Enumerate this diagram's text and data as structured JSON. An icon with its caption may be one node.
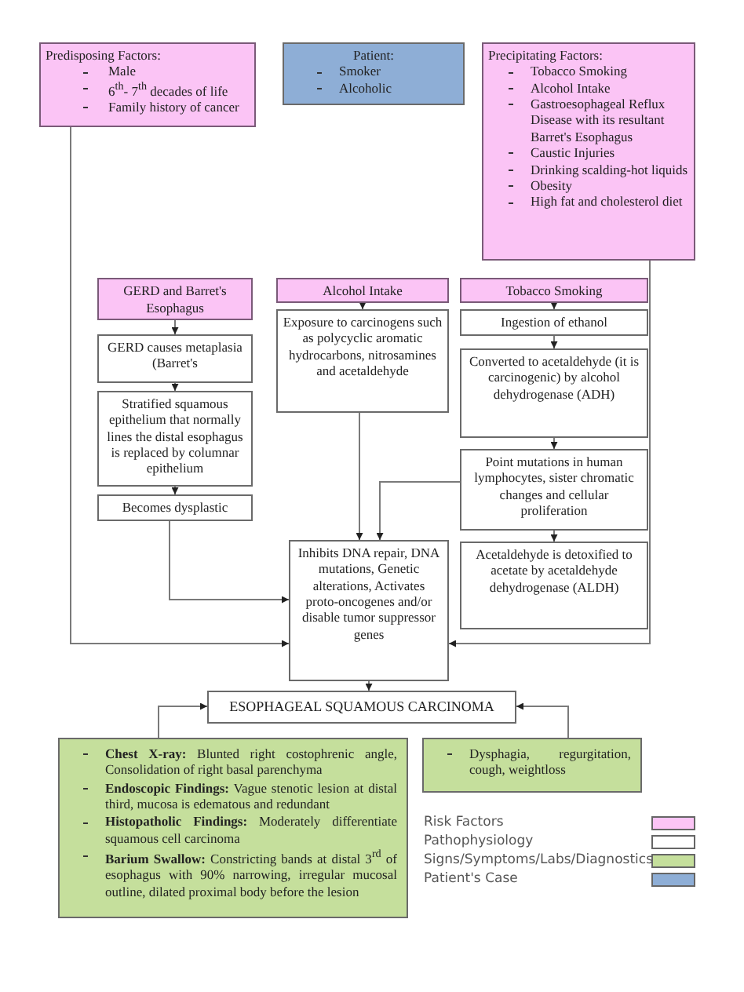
{
  "diagram": {
    "nodes": [
      {
        "text": [
          "Predisposing Factors:",
          "Male",
          "6$^{th}$- 7$^{th}$ decades of life",
          "Family history of cancer"
        ]
      },
      {
        "text": [
          "Patient:",
          "Smoker",
          "Alcoholic"
        ]
      },
      {
        "text": [
          "Precipitating Factors:",
          "Tobacco Smoking",
          "Alcohol Intake",
          "Gastroesophageal Reflux Disease with its resultant Barret's Esophagus",
          "Caustic Injuries",
          "Drinking scalding-hot liquids",
          "Obesity",
          "High fat and cholesterol diet"
        ]
      },
      {
        "text": [
          "GERD and Barret's Esophagus"
        ]
      },
      {
        "text": [
          "Alcohol Intake"
        ]
      },
      {
        "text": [
          "Tobacco Smoking"
        ]
      },
      {
        "text": [
          "GERD causes metaplasia (Barret's"
        ]
      },
      {
        "text": [
          "Stratified squamous epithelium that normally lines the distal esophagus is replaced by columnar epithelium"
        ]
      },
      {
        "text": [
          "Becomes dysplastic"
        ]
      },
      {
        "text": [
          "Exposure to carcinogens such as polycyclic aromatic hydrocarbons, nitrosamines and acetaldehyde"
        ]
      },
      {
        "text": [
          "Ingestion of ethanol"
        ]
      },
      {
        "text": [
          "Converted to acetaldehyde (it is carcinogenic) by alcohol dehydrogenase (ADH)"
        ]
      },
      {
        "text": [
          "Point mutations in human lymphocytes, sister chromatic changes and cellular proliferation"
        ]
      },
      {
        "text": [
          "Acetaldehyde is detoxified to acetate by acetaldehyde dehydrogenase (ALDH)"
        ]
      },
      {
        "text": [
          "Inhibits DNA repair, DNA mutations, Genetic alterations, Activates proto-oncogenes and/or disable tumor suppressor genes"
        ]
      },
      {
        "text": [
          "ESOPHAGEAL SQUAMOUS CARCINOMA"
        ]
      },
      {
        "text": [
          "**Chest X-ray:** Blunted right costophrenic angle, Consolidation of right basal parenchyma",
          "**Endoscopic Findings:** Vague stenotic lesion at distal third, mucosa is edematous and redundant",
          "**Histopatholic Findings:** Moderately differentiate squamous cell carcinoma",
          "**Barium Swallow:** Constricting bands at distal 3$^{rd}$ of esophagus with 90% narrowing, irregular mucosal outline, dilated proximal body before the lesion"
        ]
      },
      {
        "text": [
          "Dysphagia, regurgitation, cough, weightloss"
        ]
      }
    ],
    "edges": [
      {
        "from": 3,
        "to": 6,
        "arrow": "to"
      },
      {
        "from": 6,
        "to": 7,
        "arrow": "to"
      },
      {
        "from": 7,
        "to": 8,
        "arrow": "to"
      },
      {
        "from": 4,
        "to": 9,
        "arrow": "to"
      },
      {
        "from": 5,
        "to": 10,
        "arrow": "to"
      },
      {
        "from": 10,
        "to": 11,
        "arrow": "to"
      },
      {
        "from": 11,
        "to": 12,
        "arrow": "to"
      },
      {
        "from": 12,
        "to": 13,
        "arrow": "to"
      },
      {
        "from": 9,
        "to": 14,
        "arrow": "to"
      },
      {
        "from": 12,
        "to": 14,
        "arrow": "to"
      },
      {
        "from": 8,
        "to": 14,
        "arrow": "to"
      },
      {
        "from": 0,
        "to": 14,
        "arrow": "to"
      },
      {
        "from": 2,
        "to": 14,
        "arrow": "to"
      },
      {
        "from": 14,
        "to": 15,
        "arrow": "to"
      },
      {
        "from": 16,
        "to": 15,
        "arrow": "to"
      },
      {
        "from": 17,
        "to": 15,
        "arrow": "to"
      }
    ],
    "legend": [
      {
        "text": "Risk Factors",
        "color": "#fbc4f5"
      },
      {
        "text": "Pathophysiology",
        "color": "#ffffff"
      },
      {
        "text": "Signs/Symptoms/Labs/Diagnostics",
        "color": "#c5df9c"
      },
      {
        "text": "Patient's Case",
        "color": "#8eaed6"
      }
    ]
  }
}
